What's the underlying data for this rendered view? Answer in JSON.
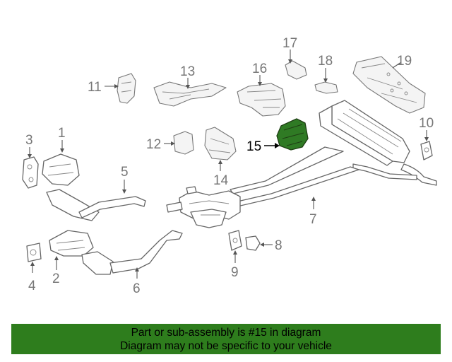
{
  "diagram": {
    "callouts": {
      "c1": "1",
      "c2": "2",
      "c3": "3",
      "c4": "4",
      "c5": "5",
      "c6": "6",
      "c7": "7",
      "c8": "8",
      "c9": "9",
      "c10": "10",
      "c11": "11",
      "c12": "12",
      "c13": "13",
      "c14": "14",
      "c15": "15",
      "c16": "16",
      "c17": "17",
      "c18": "18",
      "c19": "19"
    },
    "highlighted_part": "15",
    "highlight_color": "#2f7a24"
  },
  "footer": {
    "line1": "Part or sub-assembly is #15 in diagram",
    "line2": "Diagram may not be specific to your vehicle",
    "background_color": "#2e7d1d"
  }
}
